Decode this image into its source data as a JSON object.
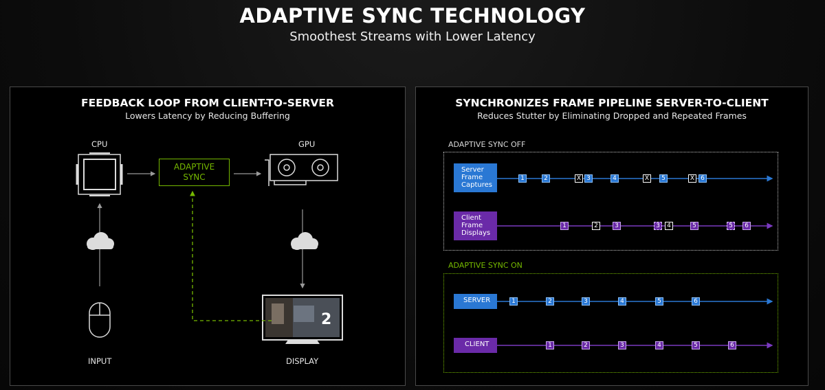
{
  "header": {
    "title": "ADAPTIVE SYNC TECHNOLOGY",
    "subtitle": "Smoothest Streams with Lower Latency"
  },
  "left_panel": {
    "title": "FEEDBACK LOOP FROM CLIENT-TO-SERVER",
    "subtitle": "Lowers Latency by Reducing Buffering",
    "cpu_label": "CPU",
    "gpu_label": "GPU",
    "sync_line1": "ADAPTIVE",
    "sync_line2": "SYNC",
    "input_label": "INPUT",
    "display_label": "DISPLAY",
    "cpu_icon": "cpu-chip-icon",
    "gpu_icon": "graphics-card-icon",
    "cloud_icon": "cloud-icon",
    "input_icon": "mouse-icon",
    "display_icon": "monitor-icon"
  },
  "right_panel": {
    "title": "SYNCHRONIZES FRAME PIPELINE SERVER-TO-CLIENT",
    "subtitle": "Reduces Stutter by Eliminating Dropped and Repeated Frames",
    "off_section": {
      "label": "ADAPTIVE SYNC OFF",
      "server_label": [
        "Server",
        "Frame",
        "Captures"
      ],
      "client_label": [
        "Client",
        "Frame",
        "Displays"
      ],
      "server_frames": [
        "1",
        "2",
        "X",
        "3",
        "4",
        "X",
        "5",
        "X",
        "6"
      ],
      "client_frames": [
        "1",
        "2",
        "3",
        "3",
        "4",
        "5",
        "5",
        "6"
      ]
    },
    "on_section": {
      "label": "ADAPTIVE SYNC ON",
      "server_label": "SERVER",
      "client_label": "CLIENT",
      "server_frames": [
        "1",
        "2",
        "3",
        "4",
        "5",
        "6"
      ],
      "client_frames": [
        "1",
        "2",
        "3",
        "4",
        "5",
        "6"
      ]
    }
  },
  "colors": {
    "nvidia_green": "#76b900",
    "server_blue": "#2a78d4",
    "client_purple": "#6a2aa8"
  }
}
